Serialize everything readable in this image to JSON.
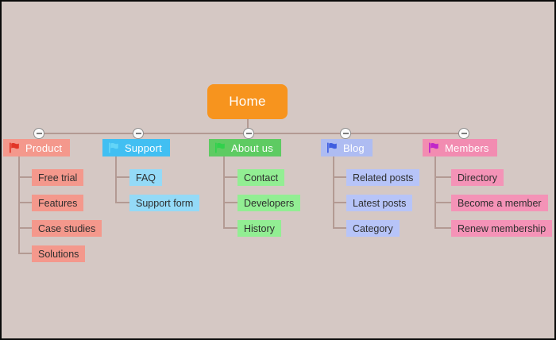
{
  "app": {
    "background": "#d5c8c4",
    "frame_border": "#0a0a0a",
    "connector_color": "#b39a93",
    "toggle": {
      "fill": "#fbfbfb",
      "border": "#8e8e8e",
      "symbol": "minus"
    }
  },
  "icons": {
    "branch_marker": "flag-icon",
    "collapse": "collapse-minus-icon"
  },
  "diagram": {
    "root": {
      "label": "Home",
      "color": "#f7941e",
      "text_color": "#ffffff"
    },
    "child_text_color": "#2e2e2e",
    "branches": [
      {
        "label": "Product",
        "colors": {
          "node": "#f4988c",
          "child": "#f4988c",
          "flag": "#e23527"
        },
        "children": [
          "Free trial",
          "Features",
          "Case studies",
          "Solutions"
        ]
      },
      {
        "label": "Support",
        "colors": {
          "node": "#41bff2",
          "child": "#94daf7",
          "flag": "#63d5f8"
        },
        "children": [
          "FAQ",
          "Support form"
        ]
      },
      {
        "label": "About us",
        "colors": {
          "node": "#5ecb62",
          "child": "#92ee93",
          "flag": "#31d14c"
        },
        "children": [
          "Contact",
          "Developers",
          "History"
        ]
      },
      {
        "label": "Blog",
        "colors": {
          "node": "#aebcf2",
          "child": "#b7c4f8",
          "flag": "#3f5ee0"
        },
        "children": [
          "Related posts",
          "Latest posts",
          "Category"
        ]
      },
      {
        "label": "Members",
        "colors": {
          "node": "#f28cb1",
          "child": "#f493b7",
          "flag": "#c127c9"
        },
        "children": [
          "Directory",
          "Become a member",
          "Renew membership"
        ]
      }
    ]
  }
}
